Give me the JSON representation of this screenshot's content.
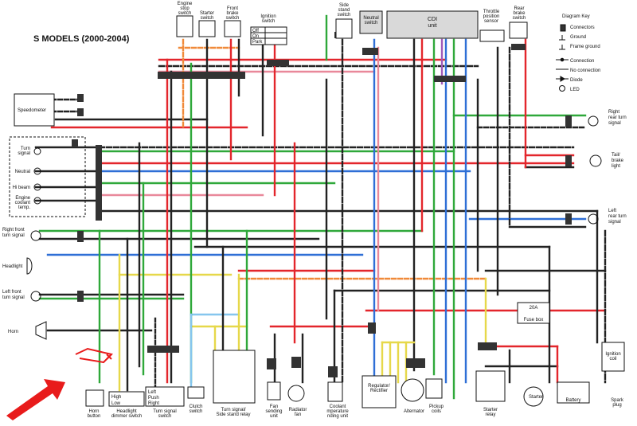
{
  "title": "S MODELS (2000-2004)",
  "colors": {
    "red": "#e3262c",
    "orange": "#f08a3a",
    "yellow": "#e6d84a",
    "green": "#2fa83a",
    "blue": "#2f6fd6",
    "lightblue": "#86c6ee",
    "pink": "#e9889a",
    "purple": "#a05ab8",
    "brown": "#8a5a2b",
    "black": "#222222",
    "grey": "#8a8a8a",
    "white": "#ffffff",
    "block": "#333333",
    "arrow": "#e81b1b"
  },
  "labels": {
    "engine_stop": [
      "Engine",
      "stop",
      "switch"
    ],
    "starter_switch": [
      "Starter",
      "switch"
    ],
    "front_brake": [
      "Front",
      "brake",
      "switch"
    ],
    "ignition_switch": [
      "Ignition",
      "switch"
    ],
    "ign_off": "Off",
    "ign_on": "On",
    "ign_park": "Park",
    "side_stand_top": [
      "Side",
      "stand",
      "switch"
    ],
    "neutral_switch": [
      "Neutral",
      "switch"
    ],
    "cdi": [
      "CDI",
      "unit"
    ],
    "throttle": [
      "Throttle",
      "position",
      "sensor"
    ],
    "rear_brake": [
      "Rear",
      "brake",
      "switch"
    ],
    "speedometer": "Speedometer",
    "turn_signal_ind": [
      "Turn",
      "signal"
    ],
    "neutral_ind": "Neutral",
    "hi_beam": "Hi beam",
    "engine_coolant": [
      "Engine",
      "coolant",
      "temp."
    ],
    "right_front": [
      "Right front",
      "turn signal"
    ],
    "headlight": "Headlight",
    "left_front": [
      "Left front",
      "turn signal"
    ],
    "horn": "Horn",
    "right_rear": [
      "Right",
      "rear turn",
      "signal"
    ],
    "tail_brake": [
      "Tail/",
      "brake",
      "light"
    ],
    "left_rear": [
      "Left",
      "rear turn",
      "signal"
    ],
    "fuse_20a": "20A",
    "fuse_box": "Fuse box",
    "ignition_coil": [
      "Ignition",
      "coil"
    ],
    "spark_plug": [
      "Spark",
      "plug"
    ],
    "battery": "Battery",
    "starter": "Starter",
    "starter_relay": [
      "Starter",
      "relay"
    ],
    "pickup_coils": [
      "Pickup",
      "coils"
    ],
    "alternator": "Alternator",
    "regulator": [
      "Regulator/",
      "Rectifier"
    ],
    "coolant_sending": [
      "Coolant",
      "mperature",
      "nding unit"
    ],
    "radiator_fan": [
      "Radiator",
      "fan"
    ],
    "fan_sending": [
      "Fan",
      "sending",
      "unit"
    ],
    "turn_relay": [
      "Turn signal/",
      "Side stand relay"
    ],
    "clutch_switch": [
      "Clutch",
      "switch"
    ],
    "turn_signal_switch": [
      "Turn signal",
      "switch"
    ],
    "ts_left": "Left",
    "ts_push": "Push",
    "ts_right": "Right",
    "headlight_dimmer": [
      "Headlight",
      "dimmer switch"
    ],
    "dim_high": "High",
    "dim_low": "Low",
    "horn_button": [
      "Horn",
      "button"
    ]
  },
  "legend": {
    "title": "Diagram Key",
    "items": [
      "Connectors",
      "Ground",
      "Frame ground",
      "Connection",
      "No connection",
      "Diode",
      "LED"
    ]
  }
}
